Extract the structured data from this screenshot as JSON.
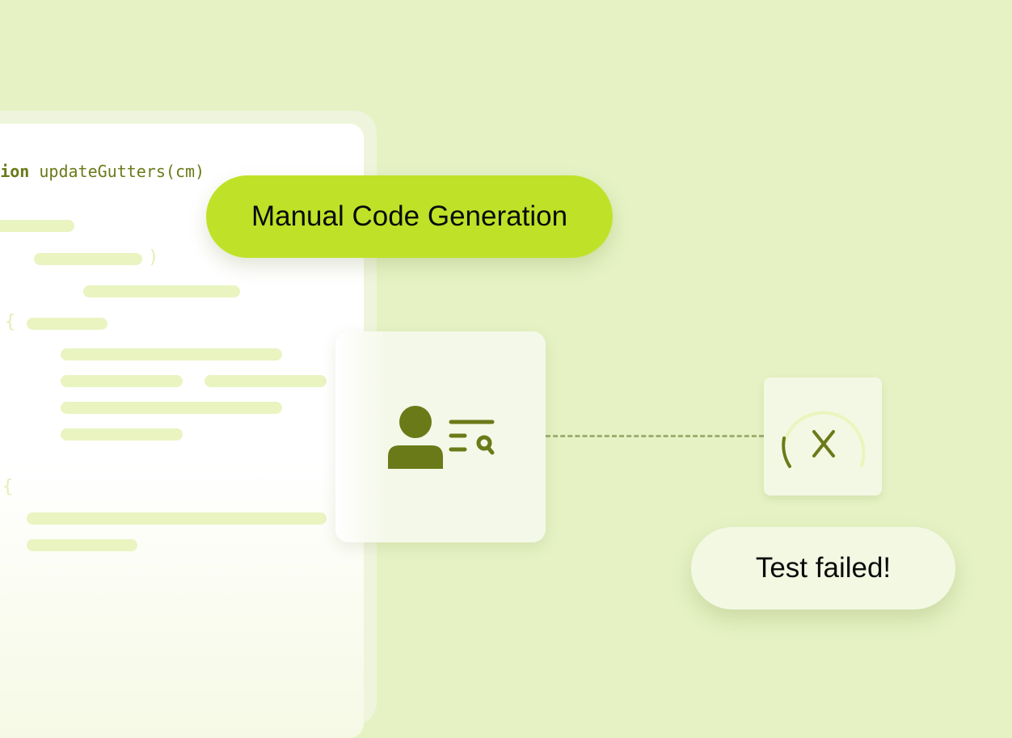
{
  "code_panel": {
    "keyword": "function",
    "signature": " updateGutters(cm)",
    "close_paren": ")",
    "open_brace_1": "{",
    "open_brace_2": "{"
  },
  "label_pill": "Manual Code Generation",
  "status_text": "Test failed!",
  "icons": {
    "reviewer": "user-search-icon",
    "status": "fail-x-icon"
  },
  "colors": {
    "background": "#e6f2c4",
    "accent": "#bfe228",
    "icon": "#6b7a18"
  }
}
